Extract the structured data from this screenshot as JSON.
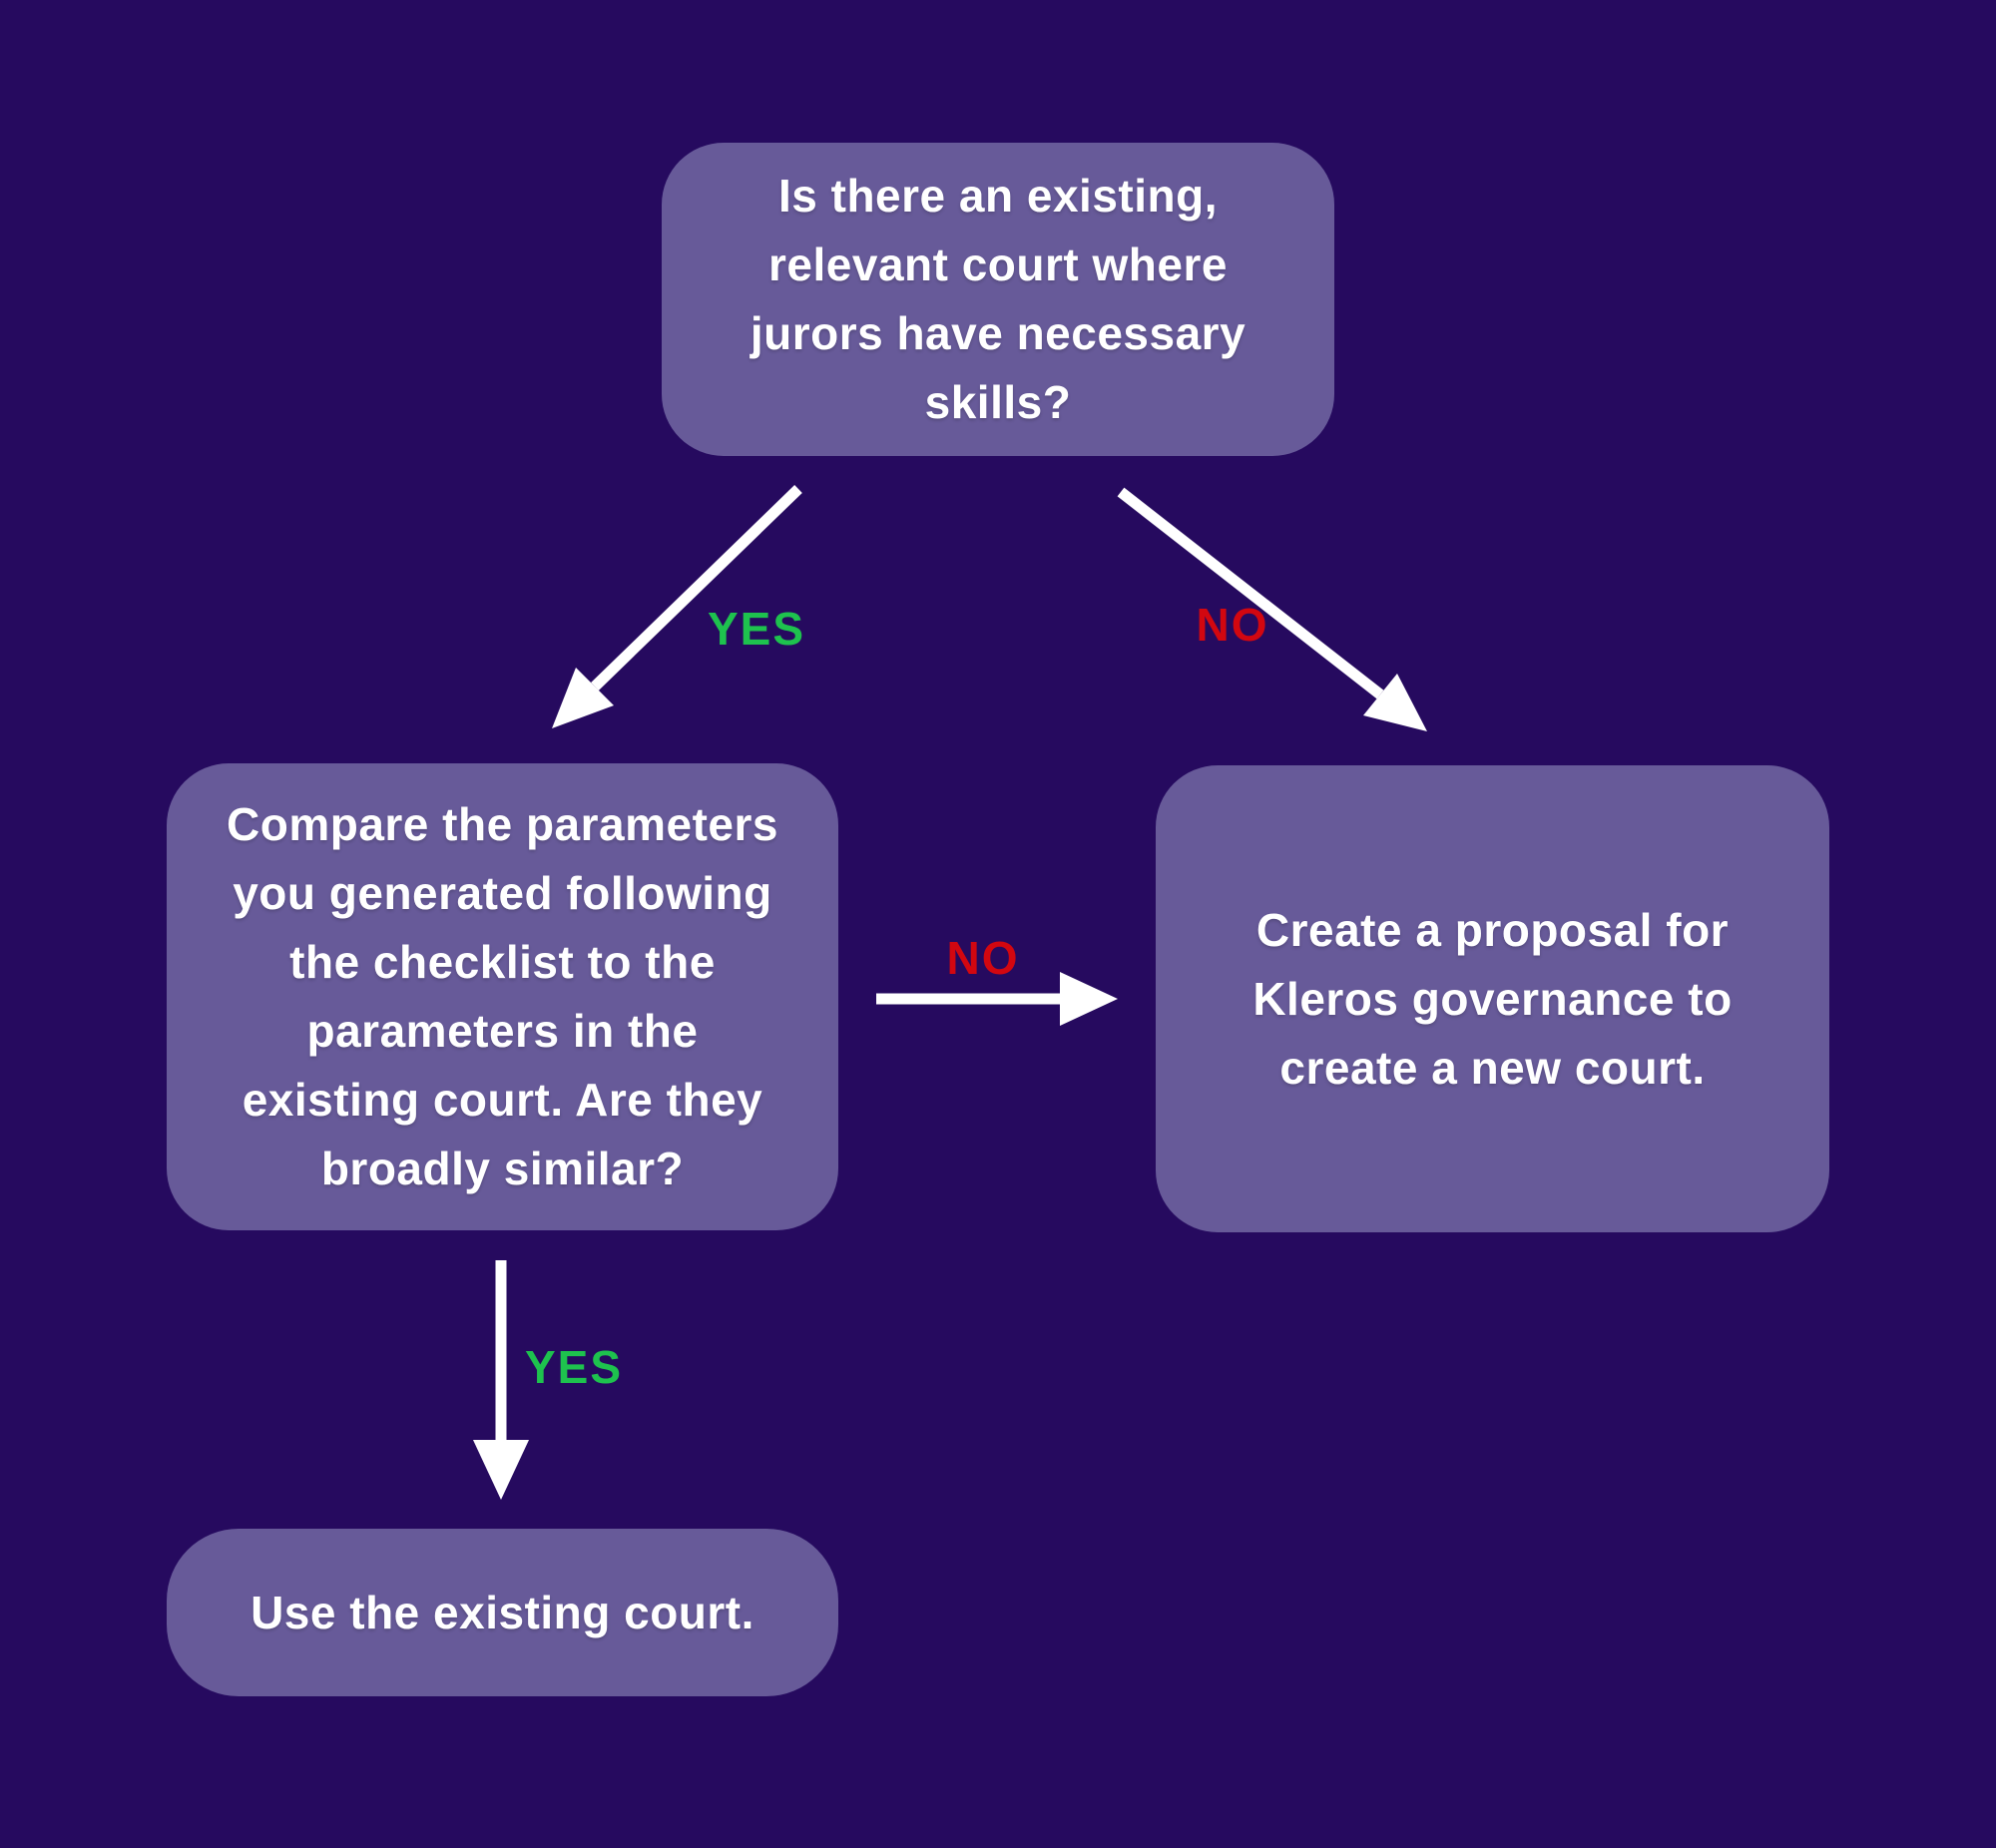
{
  "diagram": {
    "title": "Kleros court selection flowchart",
    "colors": {
      "background": "#260A5F",
      "node_fill": "#675A99",
      "node_text": "#FFFFFF",
      "arrow": "#FFFFFF",
      "yes_label": "#1EC24E",
      "no_label": "#D20710"
    },
    "nodes": {
      "question_court": {
        "text": "Is there an existing,\nrelevant court where\njurors have necessary\nskills?"
      },
      "compare_parameters": {
        "text": "Compare the parameters\nyou generated following\nthe checklist to the\nparameters in the\nexisting court. Are they\nbroadly similar?"
      },
      "create_proposal": {
        "text": "Create a proposal for\nKleros governance to\ncreate a new court."
      },
      "use_existing": {
        "text": "Use the existing court."
      }
    },
    "edges": {
      "yes_top": {
        "label": "YES"
      },
      "no_top": {
        "label": "NO"
      },
      "no_middle": {
        "label": "NO"
      },
      "yes_middle": {
        "label": "YES"
      }
    }
  }
}
